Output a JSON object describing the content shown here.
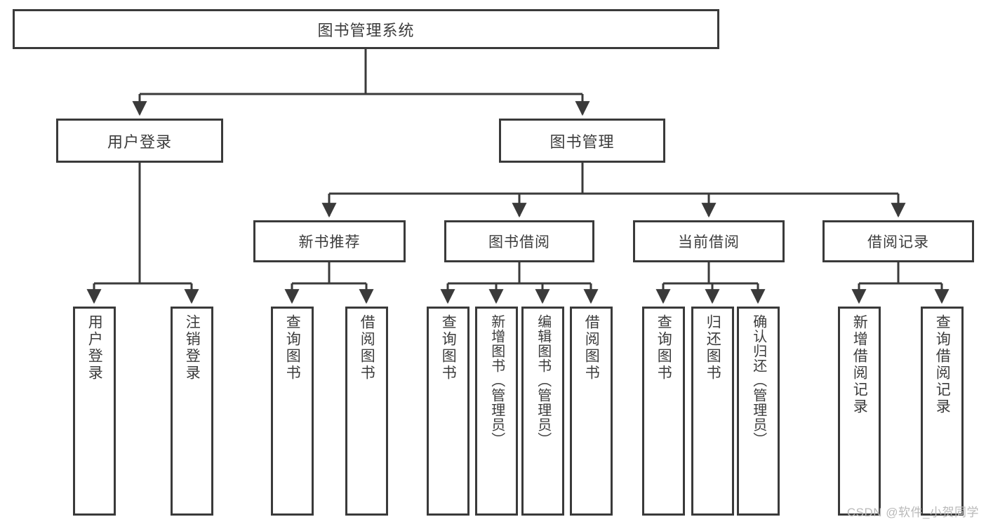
{
  "diagram": {
    "title": "图书管理系统",
    "type": "tree-hierarchy-chart",
    "root": {
      "label": "图书管理系统"
    },
    "level2": [
      {
        "label": "用户登录"
      },
      {
        "label": "图书管理"
      }
    ],
    "level3": [
      {
        "label": "新书推荐"
      },
      {
        "label": "图书借阅"
      },
      {
        "label": "当前借阅"
      },
      {
        "label": "借阅记录"
      }
    ],
    "leaves": [
      {
        "label": "用户登录"
      },
      {
        "label": "注销登录"
      },
      {
        "label": "查询图书"
      },
      {
        "label": "借阅图书"
      },
      {
        "label": "查询图书"
      },
      {
        "label": "新增图书（管理员）"
      },
      {
        "label": "编辑图书（管理员）"
      },
      {
        "label": "借阅图书"
      },
      {
        "label": "查询图书"
      },
      {
        "label": "归还图书"
      },
      {
        "label": "确认归还（管理员）"
      },
      {
        "label": "新增借阅记录"
      },
      {
        "label": "查询借阅记录"
      }
    ]
  },
  "watermark": {
    "text": "CSDN @软件_小贺同学"
  },
  "colors": {
    "box_border": "#3a3a3a",
    "box_fill": "#ffffff",
    "text": "#3c3c3c",
    "connector": "#3a3a3a",
    "watermark": "#b9b9b9",
    "background": "#ffffff"
  }
}
